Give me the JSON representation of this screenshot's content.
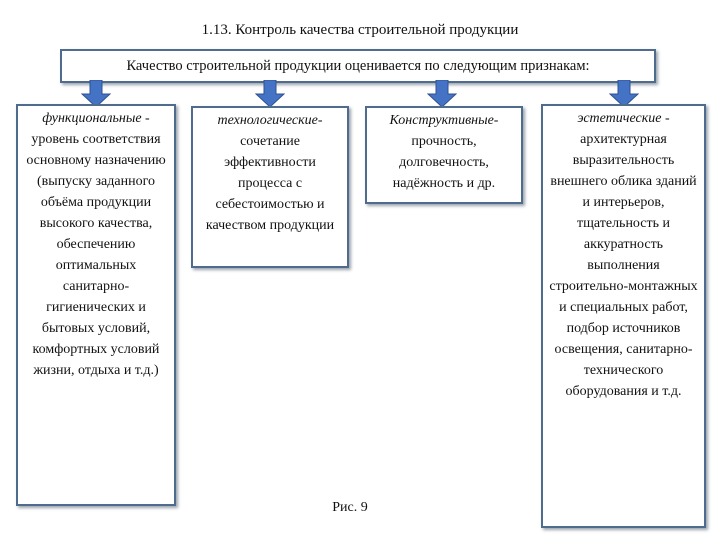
{
  "title": "1.13. Контроль качества строительной продукции",
  "header": "Качество строительной продукции оценивается по следующим признакам:",
  "boxes": [
    {
      "lead": "функциональные -",
      "body": "уровень соответствия основному назначению (выпуску заданного объёма продукции высокого качества, обеспечению оптимальных санитарно-гигиенических и бытовых условий, комфортных условий жизни, отдыха и т.д.)"
    },
    {
      "lead": "технологические-",
      "body": "сочетание эффективности процесса с себестоимостью и качеством продукции"
    },
    {
      "lead": "Конструктивные-",
      "body": "прочность, долговечность, надёжность и др."
    },
    {
      "lead": "эстетические -",
      "body": "архитектурная выразительность внешнего облика зданий и интерьеров, тщательность и аккуратность выполнения строительно-монтажных и специальных работ, подбор источников освещения, санитарно-технического оборудования и т.д."
    }
  ],
  "caption": "Рис. 9",
  "colors": {
    "border": "#4f6c8f",
    "arrow": "#4472c4",
    "arrow_stroke": "#2f528f"
  }
}
